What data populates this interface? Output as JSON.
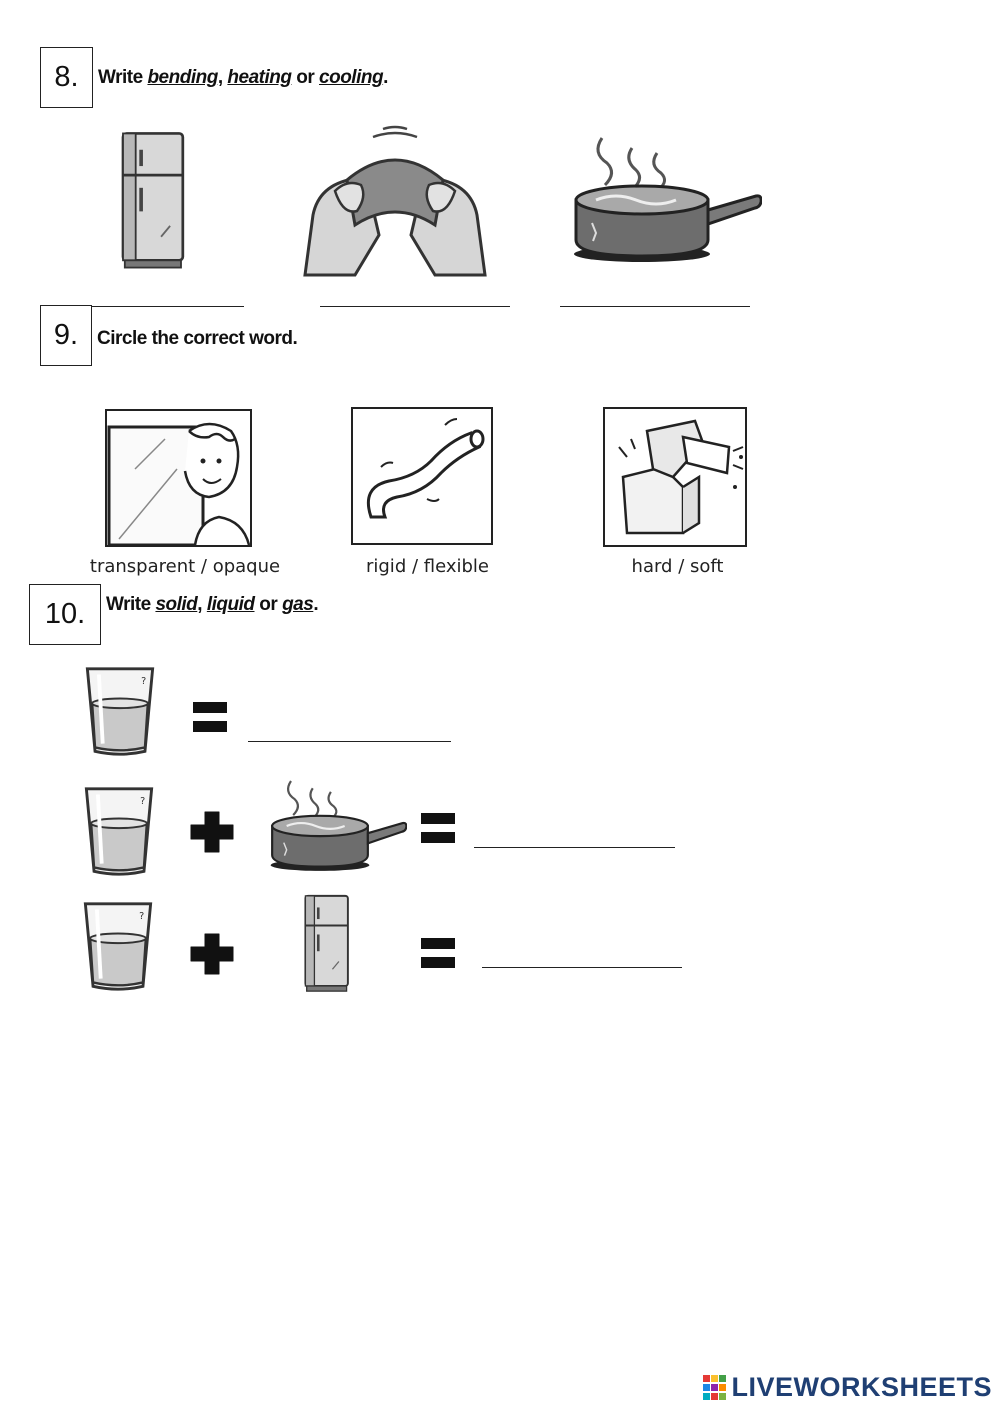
{
  "questions": [
    {
      "number": "8.",
      "instruction": {
        "prefix": "Write ",
        "words": [
          "bending",
          "heating",
          "cooling"
        ],
        "sep1": ", ",
        "sep2": " or ",
        "suffix": "."
      },
      "images": [
        "fridge-icon",
        "bending-hands-icon",
        "boiling-pot-icon"
      ]
    },
    {
      "number": "9.",
      "instruction": {
        "text": "Circle the correct word."
      },
      "images": [
        "window-boy-icon",
        "flexible-tube-icon",
        "breaking-block-icon"
      ],
      "captions": [
        "transparent / opaque",
        "rigid / flexible",
        "hard / soft"
      ]
    },
    {
      "number": "10.",
      "instruction": {
        "prefix": "Write ",
        "words": [
          "solid",
          "liquid",
          "gas"
        ],
        "sep1": ", ",
        "sep2": " or ",
        "suffix": "."
      },
      "rows": [
        {
          "items": [
            "water-glass-icon",
            "equals-icon"
          ]
        },
        {
          "items": [
            "water-glass-icon",
            "plus-icon",
            "boiling-pot-icon",
            "equals-icon"
          ]
        },
        {
          "items": [
            "water-glass-icon",
            "plus-icon",
            "fridge-icon",
            "equals-icon"
          ]
        }
      ]
    }
  ],
  "logo": {
    "text": "LIVEWORKSHEETS"
  }
}
